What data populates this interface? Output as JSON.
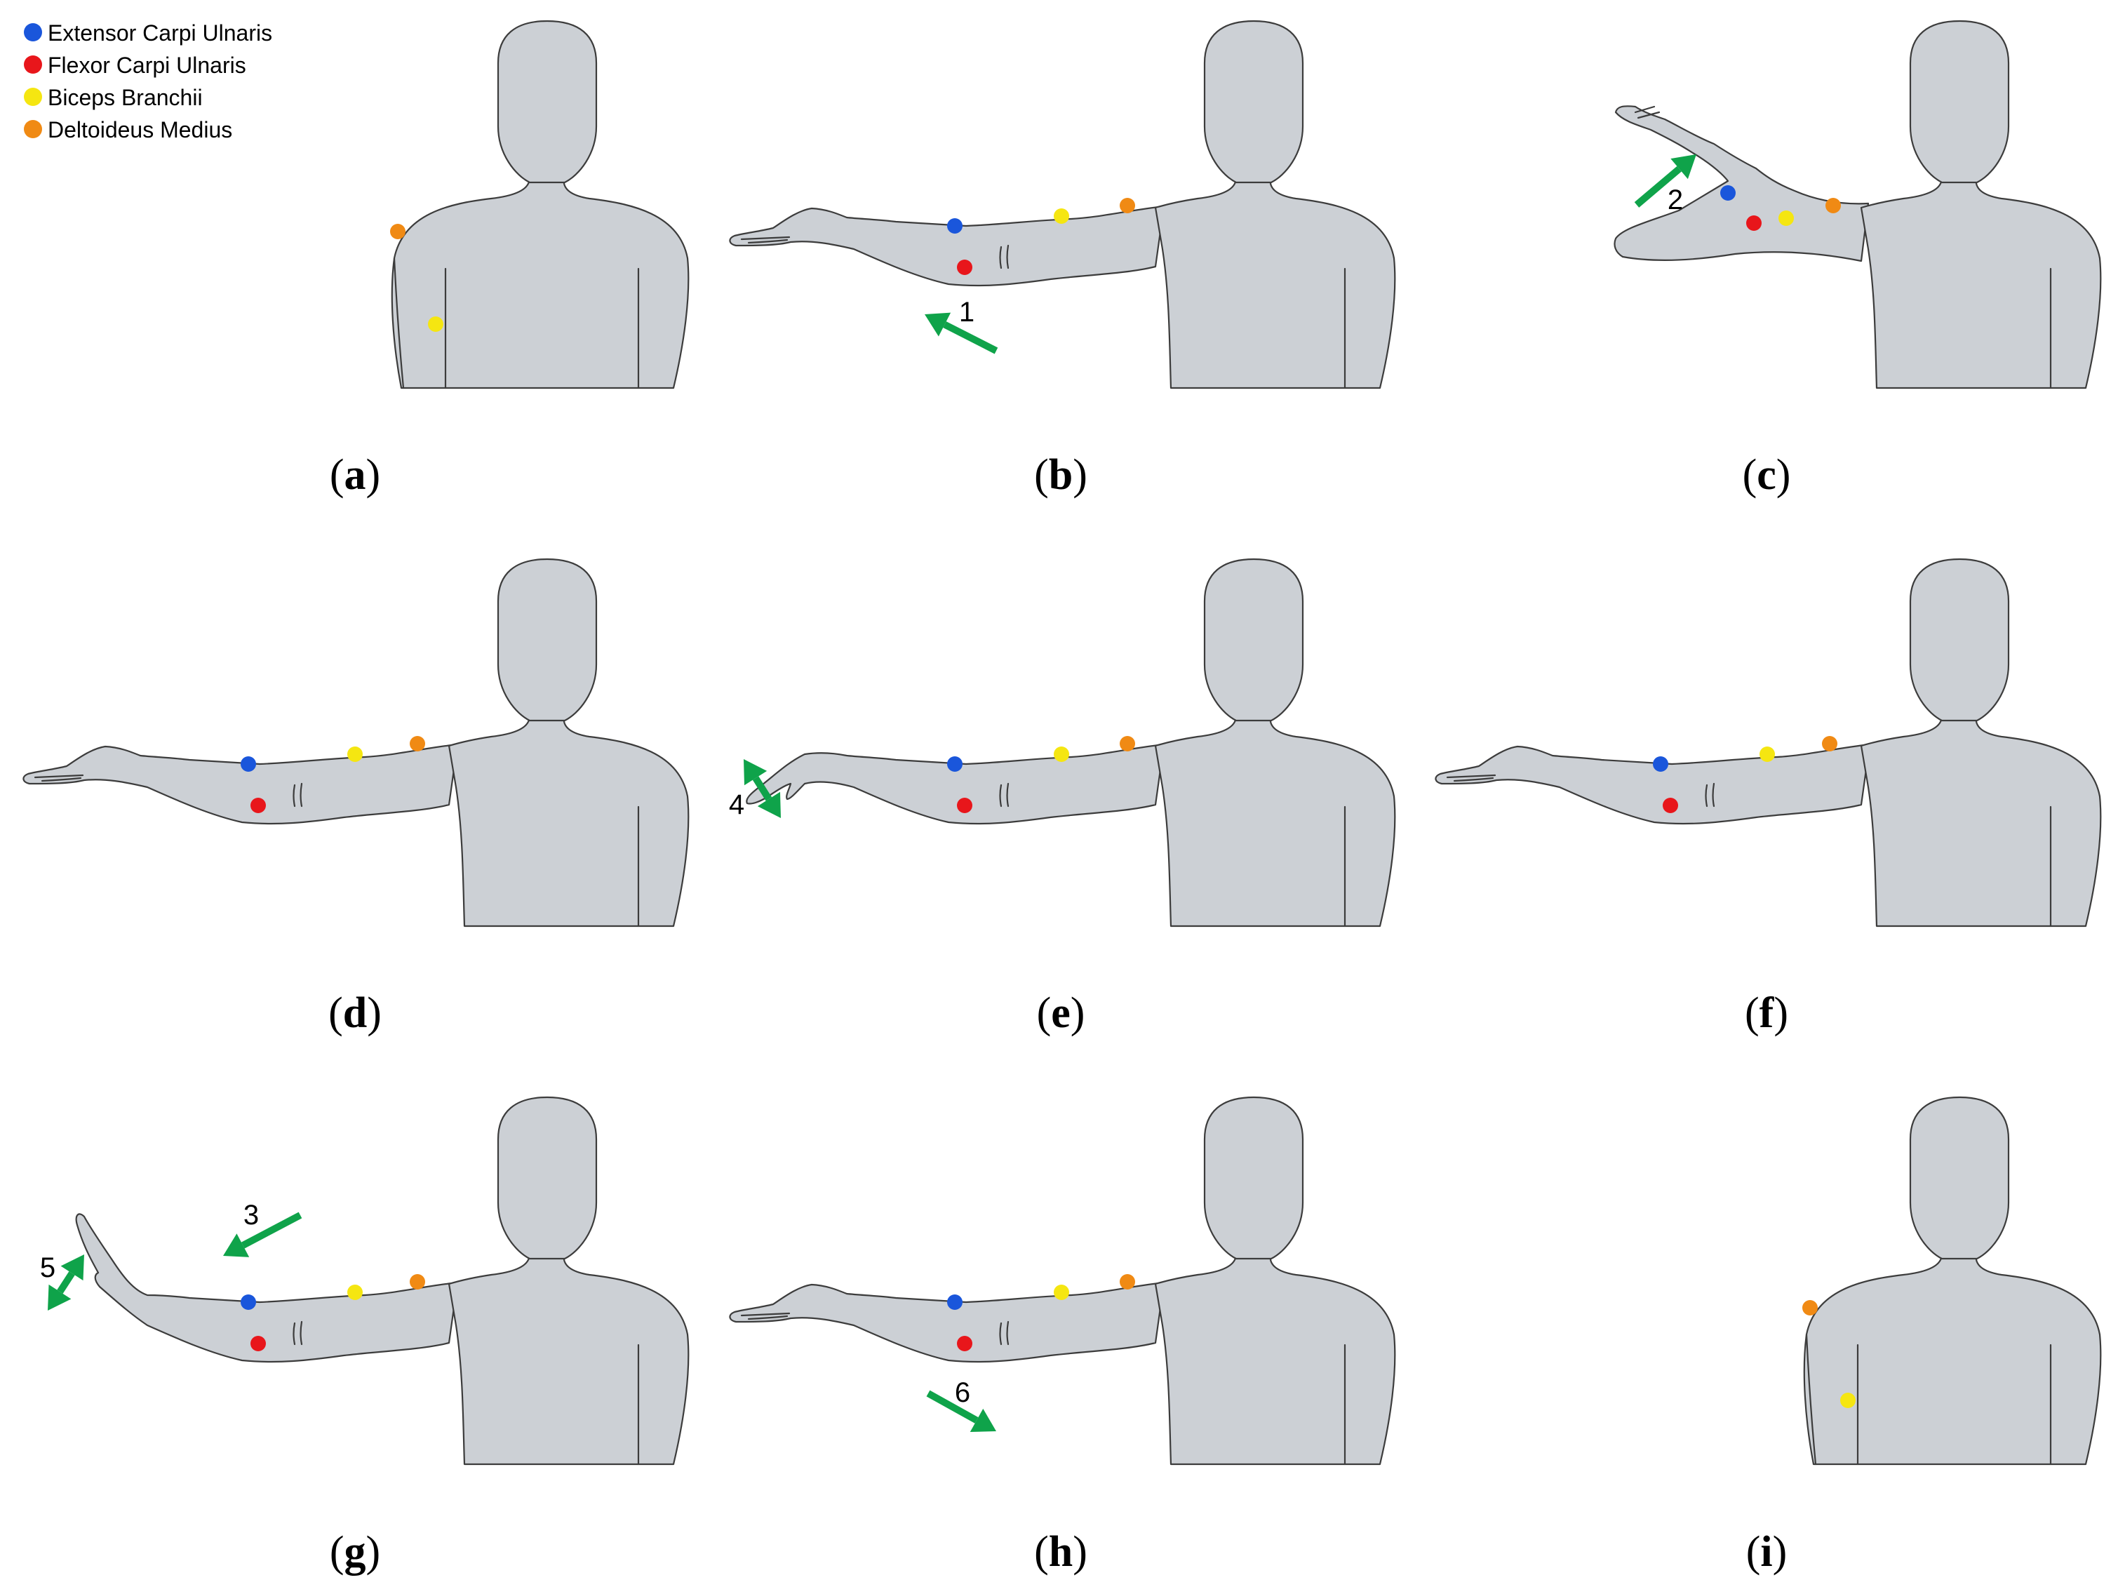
{
  "legend": [
    {
      "label": "Extensor Carpi Ulnaris",
      "color": "#1a56db"
    },
    {
      "label": "Flexor Carpi Ulnaris",
      "color": "#e8161b"
    },
    {
      "label": "Biceps Branchii",
      "color": "#f5e611"
    },
    {
      "label": "Deltoideus Medius",
      "color": "#f08a14"
    }
  ],
  "panels": [
    {
      "id": "a",
      "caption_open": "(",
      "caption_letter": "a",
      "caption_close": ")",
      "pose": "rest",
      "step": ""
    },
    {
      "id": "b",
      "caption_open": "(",
      "caption_letter": "b",
      "caption_close": ")",
      "pose": "raised",
      "step": "1"
    },
    {
      "id": "c",
      "caption_open": "(",
      "caption_letter": "c",
      "caption_close": ")",
      "pose": "salute",
      "step": "2"
    },
    {
      "id": "d",
      "caption_open": "(",
      "caption_letter": "d",
      "caption_close": ")",
      "pose": "extended",
      "step": "3"
    },
    {
      "id": "e",
      "caption_open": "(",
      "caption_letter": "e",
      "caption_close": ")",
      "pose": "wrist-down",
      "step": "4"
    },
    {
      "id": "f",
      "caption_open": "(",
      "caption_letter": "f",
      "caption_close": ")",
      "pose": "extended",
      "step": ""
    },
    {
      "id": "g",
      "caption_open": "(",
      "caption_letter": "g",
      "caption_close": ")",
      "pose": "wrist-up",
      "step": "5"
    },
    {
      "id": "h",
      "caption_open": "(",
      "caption_letter": "h",
      "caption_close": ")",
      "pose": "raised",
      "step": "6"
    },
    {
      "id": "i",
      "caption_open": "(",
      "caption_letter": "i",
      "caption_close": ")",
      "pose": "rest",
      "step": ""
    }
  ],
  "colors": {
    "body_fill": "#ccd0d5",
    "outline": "#3c3c3c",
    "arrow": "#0fa34a"
  }
}
